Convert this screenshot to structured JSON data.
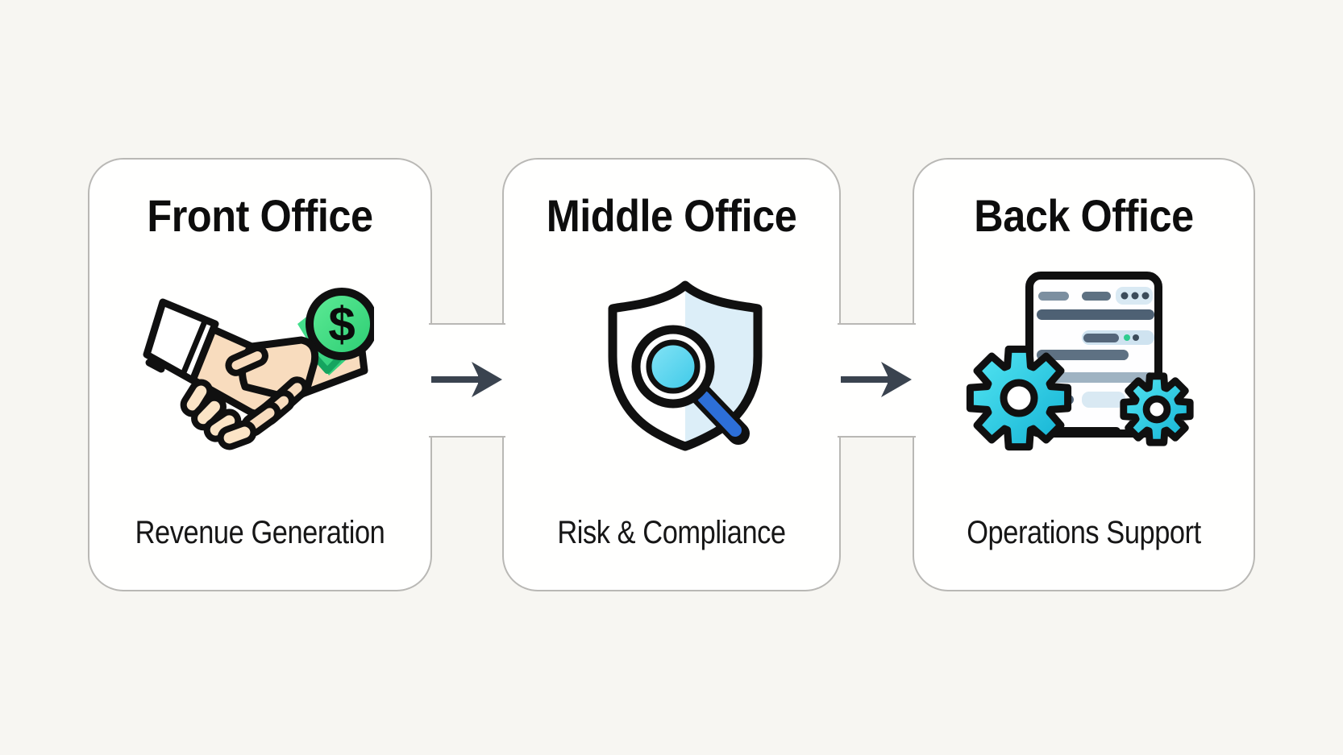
{
  "diagram": {
    "cards": [
      {
        "id": "front-office",
        "title": "Front Office",
        "subtitle": "Revenue Generation",
        "icon": "handshake-dollar-icon",
        "coin_symbol": "$"
      },
      {
        "id": "middle-office",
        "title": "Middle Office",
        "subtitle": "Risk & Compliance",
        "icon": "shield-magnifier-icon"
      },
      {
        "id": "back-office",
        "title": "Back Office",
        "subtitle": "Operations Support",
        "icon": "gears-document-icon"
      }
    ],
    "connectors": [
      {
        "from": "front-office",
        "to": "middle-office",
        "type": "arrow-right"
      },
      {
        "from": "middle-office",
        "to": "back-office",
        "type": "arrow-right"
      }
    ],
    "colors": {
      "page_background": "#f7f6f2",
      "card_background": "#fffffe",
      "card_border": "#b9b8b5",
      "arrow": "#3a434f",
      "title_text": "#0d0d0d",
      "subtitle_text": "#161616",
      "outline_black": "#101010",
      "skin": "#f8dcbe",
      "coin_green": "#3ddf84",
      "sleeve_green": "#3fdd87",
      "shield_half_blue": "#dceef8",
      "lens_cyan": "#4fd2ee",
      "handle_blue": "#2d6fd8",
      "gear_cyan": "#27cfe6",
      "slate_bar": "#54677a",
      "light_pill": "#d9e9f3"
    }
  }
}
